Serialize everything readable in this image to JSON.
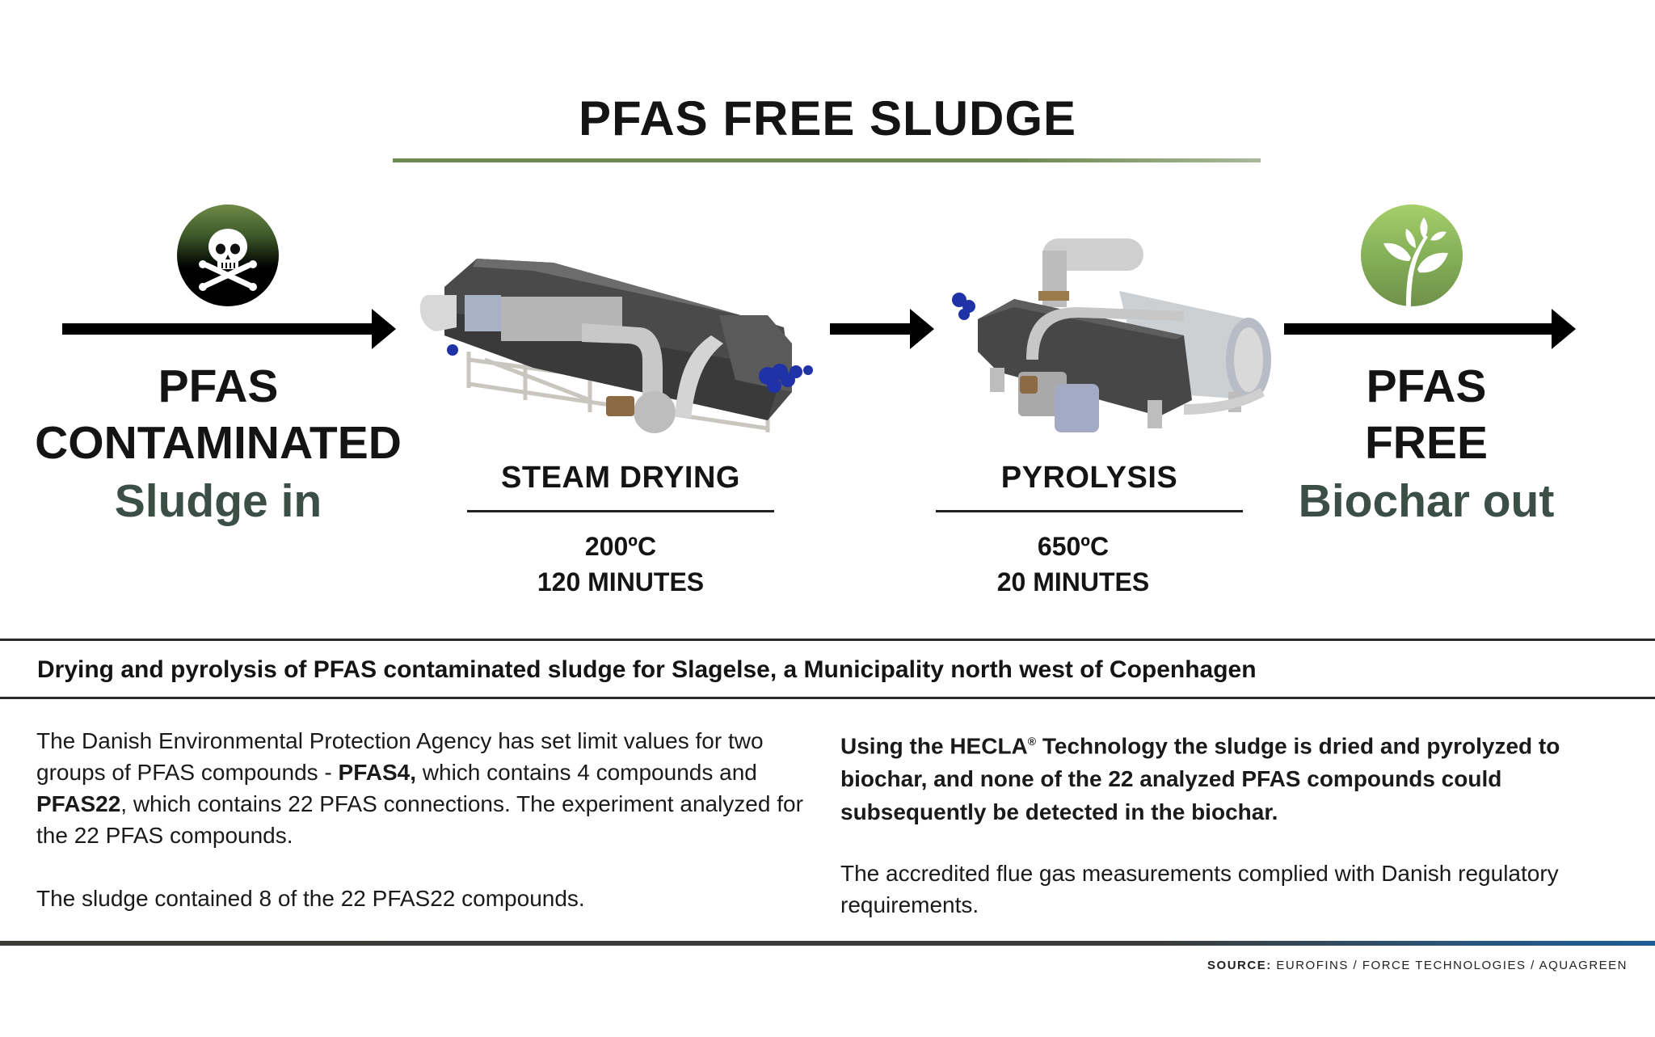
{
  "header": {
    "title": "PFAS FREE SLUDGE",
    "underline_color": "#6d8b4f"
  },
  "flow": {
    "input": {
      "icon": "skull-crossbones-icon",
      "line1": "PFAS",
      "line2": "CONTAMINATED",
      "line3": "Sludge in"
    },
    "steps": [
      {
        "name": "STEAM DRYING",
        "image": "steam-dryer-machine",
        "temperature": "200ºC",
        "duration": "120 MINUTES"
      },
      {
        "name": "PYROLYSIS",
        "image": "pyrolysis-reactor-machine",
        "temperature": "650ºC",
        "duration": "20 MINUTES"
      }
    ],
    "output": {
      "icon": "plant-leaf-icon",
      "line1": "PFAS",
      "line2": "FREE",
      "line3": "Biochar out"
    },
    "accent_text_color": "#3c4f47"
  },
  "band": {
    "heading": "Drying and pyrolysis of PFAS contaminated sludge for Slagelse, a Municipality north west of Copenhagen"
  },
  "body": {
    "left": {
      "p1_a": "The Danish Environmental Protection Agency has set limit values for two groups of PFAS compounds - ",
      "p1_b": "PFAS4,",
      "p1_c": " which contains 4 compounds and ",
      "p1_d": "PFAS22",
      "p1_e": ", which contains 22 PFAS connections. The experiment analyzed for the 22 PFAS compounds.",
      "p2": "The sludge contained 8 of the 22 PFAS22 compounds."
    },
    "right": {
      "p1_a": "Using the HECLA",
      "p1_reg": "®",
      "p1_b": " Technology the sludge is dried and pyrolyzed to biochar, and none of the 22 analyzed PFAS compounds could subsequently be detected in the biochar.",
      "p2": "The accredited flue gas measurements complied with Danish regulatory requirements."
    }
  },
  "footer": {
    "source_label": "SOURCE:",
    "source_text": " EUROFINS / FORCE TECHNOLOGIES / AQUAGREEN",
    "bar_colors": [
      "#3a3a36",
      "#1d5d94"
    ]
  }
}
